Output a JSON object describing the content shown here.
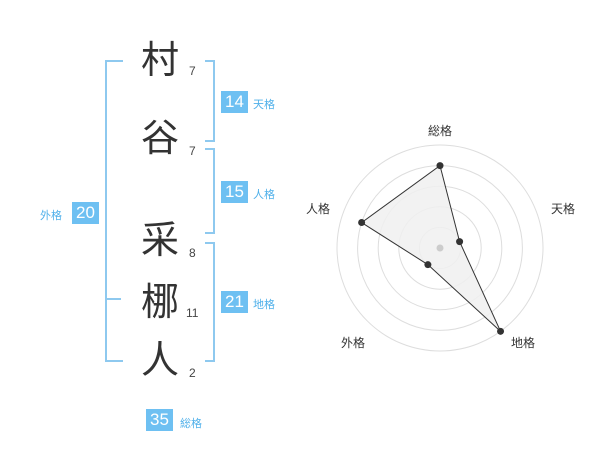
{
  "name_chars": [
    {
      "char": "村",
      "strokes": "7"
    },
    {
      "char": "谷",
      "strokes": "7"
    },
    {
      "char": "采",
      "strokes": "8"
    },
    {
      "char": "梛",
      "strokes": "11"
    },
    {
      "char": "人",
      "strokes": "2"
    }
  ],
  "kaku": {
    "tenkaku": {
      "value": "14",
      "label": "天格"
    },
    "jinkaku": {
      "value": "15",
      "label": "人格"
    },
    "chikaku": {
      "value": "21",
      "label": "地格"
    },
    "gaikaku": {
      "value": "20",
      "label": "外格"
    },
    "soukaku": {
      "value": "35",
      "label": "総格"
    }
  },
  "radar": {
    "axis_labels": [
      "総格",
      "天格",
      "地格",
      "外格",
      "人格"
    ],
    "levels": 5,
    "scores": [
      4,
      1,
      5,
      1,
      4
    ],
    "colors": {
      "grid": "#dddddd",
      "fill": "#f0f0f0",
      "line": "#333333",
      "point": "#333333",
      "center": "#cccccc"
    }
  }
}
